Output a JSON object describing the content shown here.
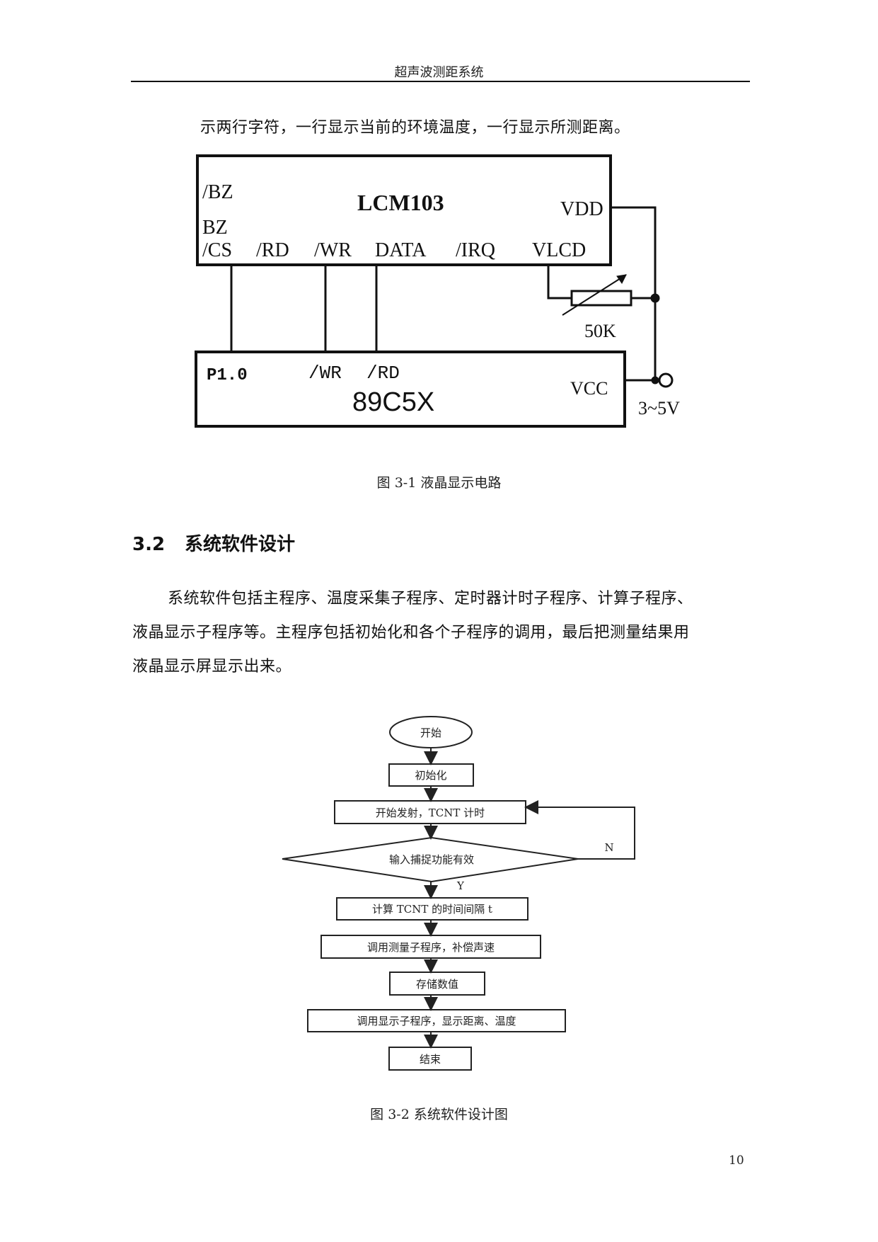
{
  "header": {
    "title": "超声波测距系统"
  },
  "intro_text": "示两行字符，一行显示当前的环境温度，一行显示所测距离。",
  "circuit": {
    "lcm": {
      "name": "LCM103",
      "pins_left": [
        "/BZ",
        "BZ"
      ],
      "pins_bottom": [
        "/CS",
        "/RD",
        "/WR",
        "DATA",
        "/IRQ",
        "VLCD"
      ],
      "vdd": "VDD"
    },
    "mcu": {
      "name": "89C5X",
      "pins": [
        "P1.0",
        "/WR",
        "/RD"
      ],
      "vcc": "VCC"
    },
    "resistor_label": "50K",
    "supply_label": "3~5V"
  },
  "figure1_caption": "图 3-1 液晶显示电路",
  "section": {
    "number": "3.2",
    "title": "系统软件设计"
  },
  "body_lines": [
    "系统软件包括主程序、温度采集子程序、定时器计时子程序、计算子程序、",
    "液晶显示子程序等。主程序包括初始化和各个子程序的调用，最后把测量结果用",
    "液晶显示屏显示出来。"
  ],
  "flowchart": {
    "start": "开始",
    "init": "初始化",
    "launch": "开始发射，TCNT 计时",
    "decision": "输入捕捉功能有效",
    "no_label": "N",
    "yes_label": "Y",
    "compute": "计算 TCNT 的时间间隔 t",
    "measure": "调用测量子程序，补偿声速",
    "store": "存储数值",
    "display": "调用显示子程序，显示距离、温度",
    "end": "结束"
  },
  "figure2_caption": "图 3-2 系统软件设计图",
  "page_number": "10"
}
